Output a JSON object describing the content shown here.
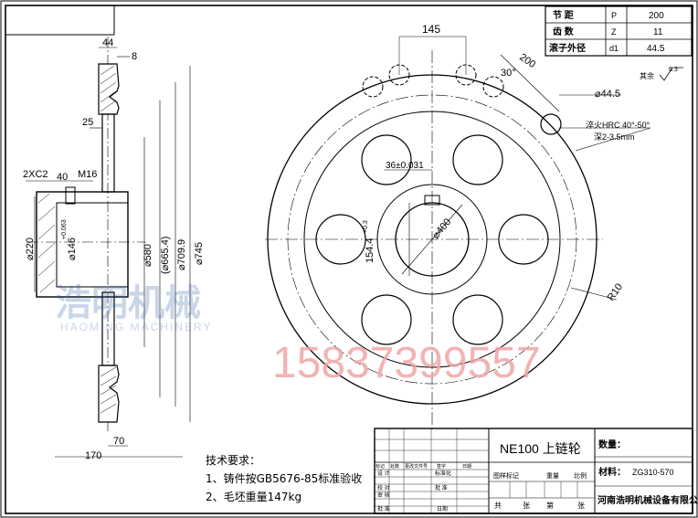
{
  "spec_table": [
    {
      "label": "节  距",
      "symbol": "P",
      "value": "200"
    },
    {
      "label": "齿  数",
      "symbol": "Z",
      "value": "11"
    },
    {
      "label": "滚子外径",
      "symbol": "d1",
      "value": "44.5"
    }
  ],
  "roughness": {
    "prefix": "其余",
    "value": "6.3"
  },
  "side_view_dims": {
    "w44": "44",
    "w8": "8",
    "w25": "25",
    "chamfer": "2XC2",
    "w40": "40",
    "thread": "M16",
    "d220": "⌀220",
    "bore": "⌀146",
    "bore_tol_upper": "+0.063",
    "bore_tol_lower": "0",
    "d580": "⌀580",
    "d665": "(⌀665.4)",
    "d709": "⌀709.9",
    "d745": "⌀745",
    "w170": "170",
    "w70": "70"
  },
  "front_view_dims": {
    "pitch": "145",
    "angle": "30°",
    "p200": "200",
    "roller": "⌀44.5",
    "hardening": "淬火HRC 40°-50°",
    "depth": "深2-3.5mm",
    "keyway": "36±0.031",
    "key_depth": "154.4",
    "key_tol": "+0.3",
    "key_tol_lower": "0",
    "d400": "⌀400",
    "radius": "R10"
  },
  "watermark": {
    "company": "浩明机械",
    "english": "HAOMING MACHINERY",
    "phone": "15837399557"
  },
  "tech_requirements": {
    "title": "技术要求：",
    "items": [
      "1、铸件按GB5676-85标准验收",
      "2、毛坯重量147kg"
    ]
  },
  "title_block": {
    "part_name": "NE100 上链轮",
    "quantity_label": "数量：",
    "material_label": "材料：",
    "material_value": "ZG310-570",
    "company": "河南浩明机械设备有限公司",
    "header_cells": [
      "标记",
      "处数",
      "更改文件号",
      "签字",
      "日期"
    ],
    "sign_rows": [
      "设 计",
      "校 对",
      "审 核",
      "批 准"
    ],
    "std_label": "标准化",
    "approve_label": "批 准",
    "date_label": "日期",
    "stage_labels": [
      "图样标记",
      "重量",
      "比例"
    ],
    "total_label": "共",
    "sheet_label": "张",
    "page_label": "第",
    "page_suffix": "张"
  }
}
